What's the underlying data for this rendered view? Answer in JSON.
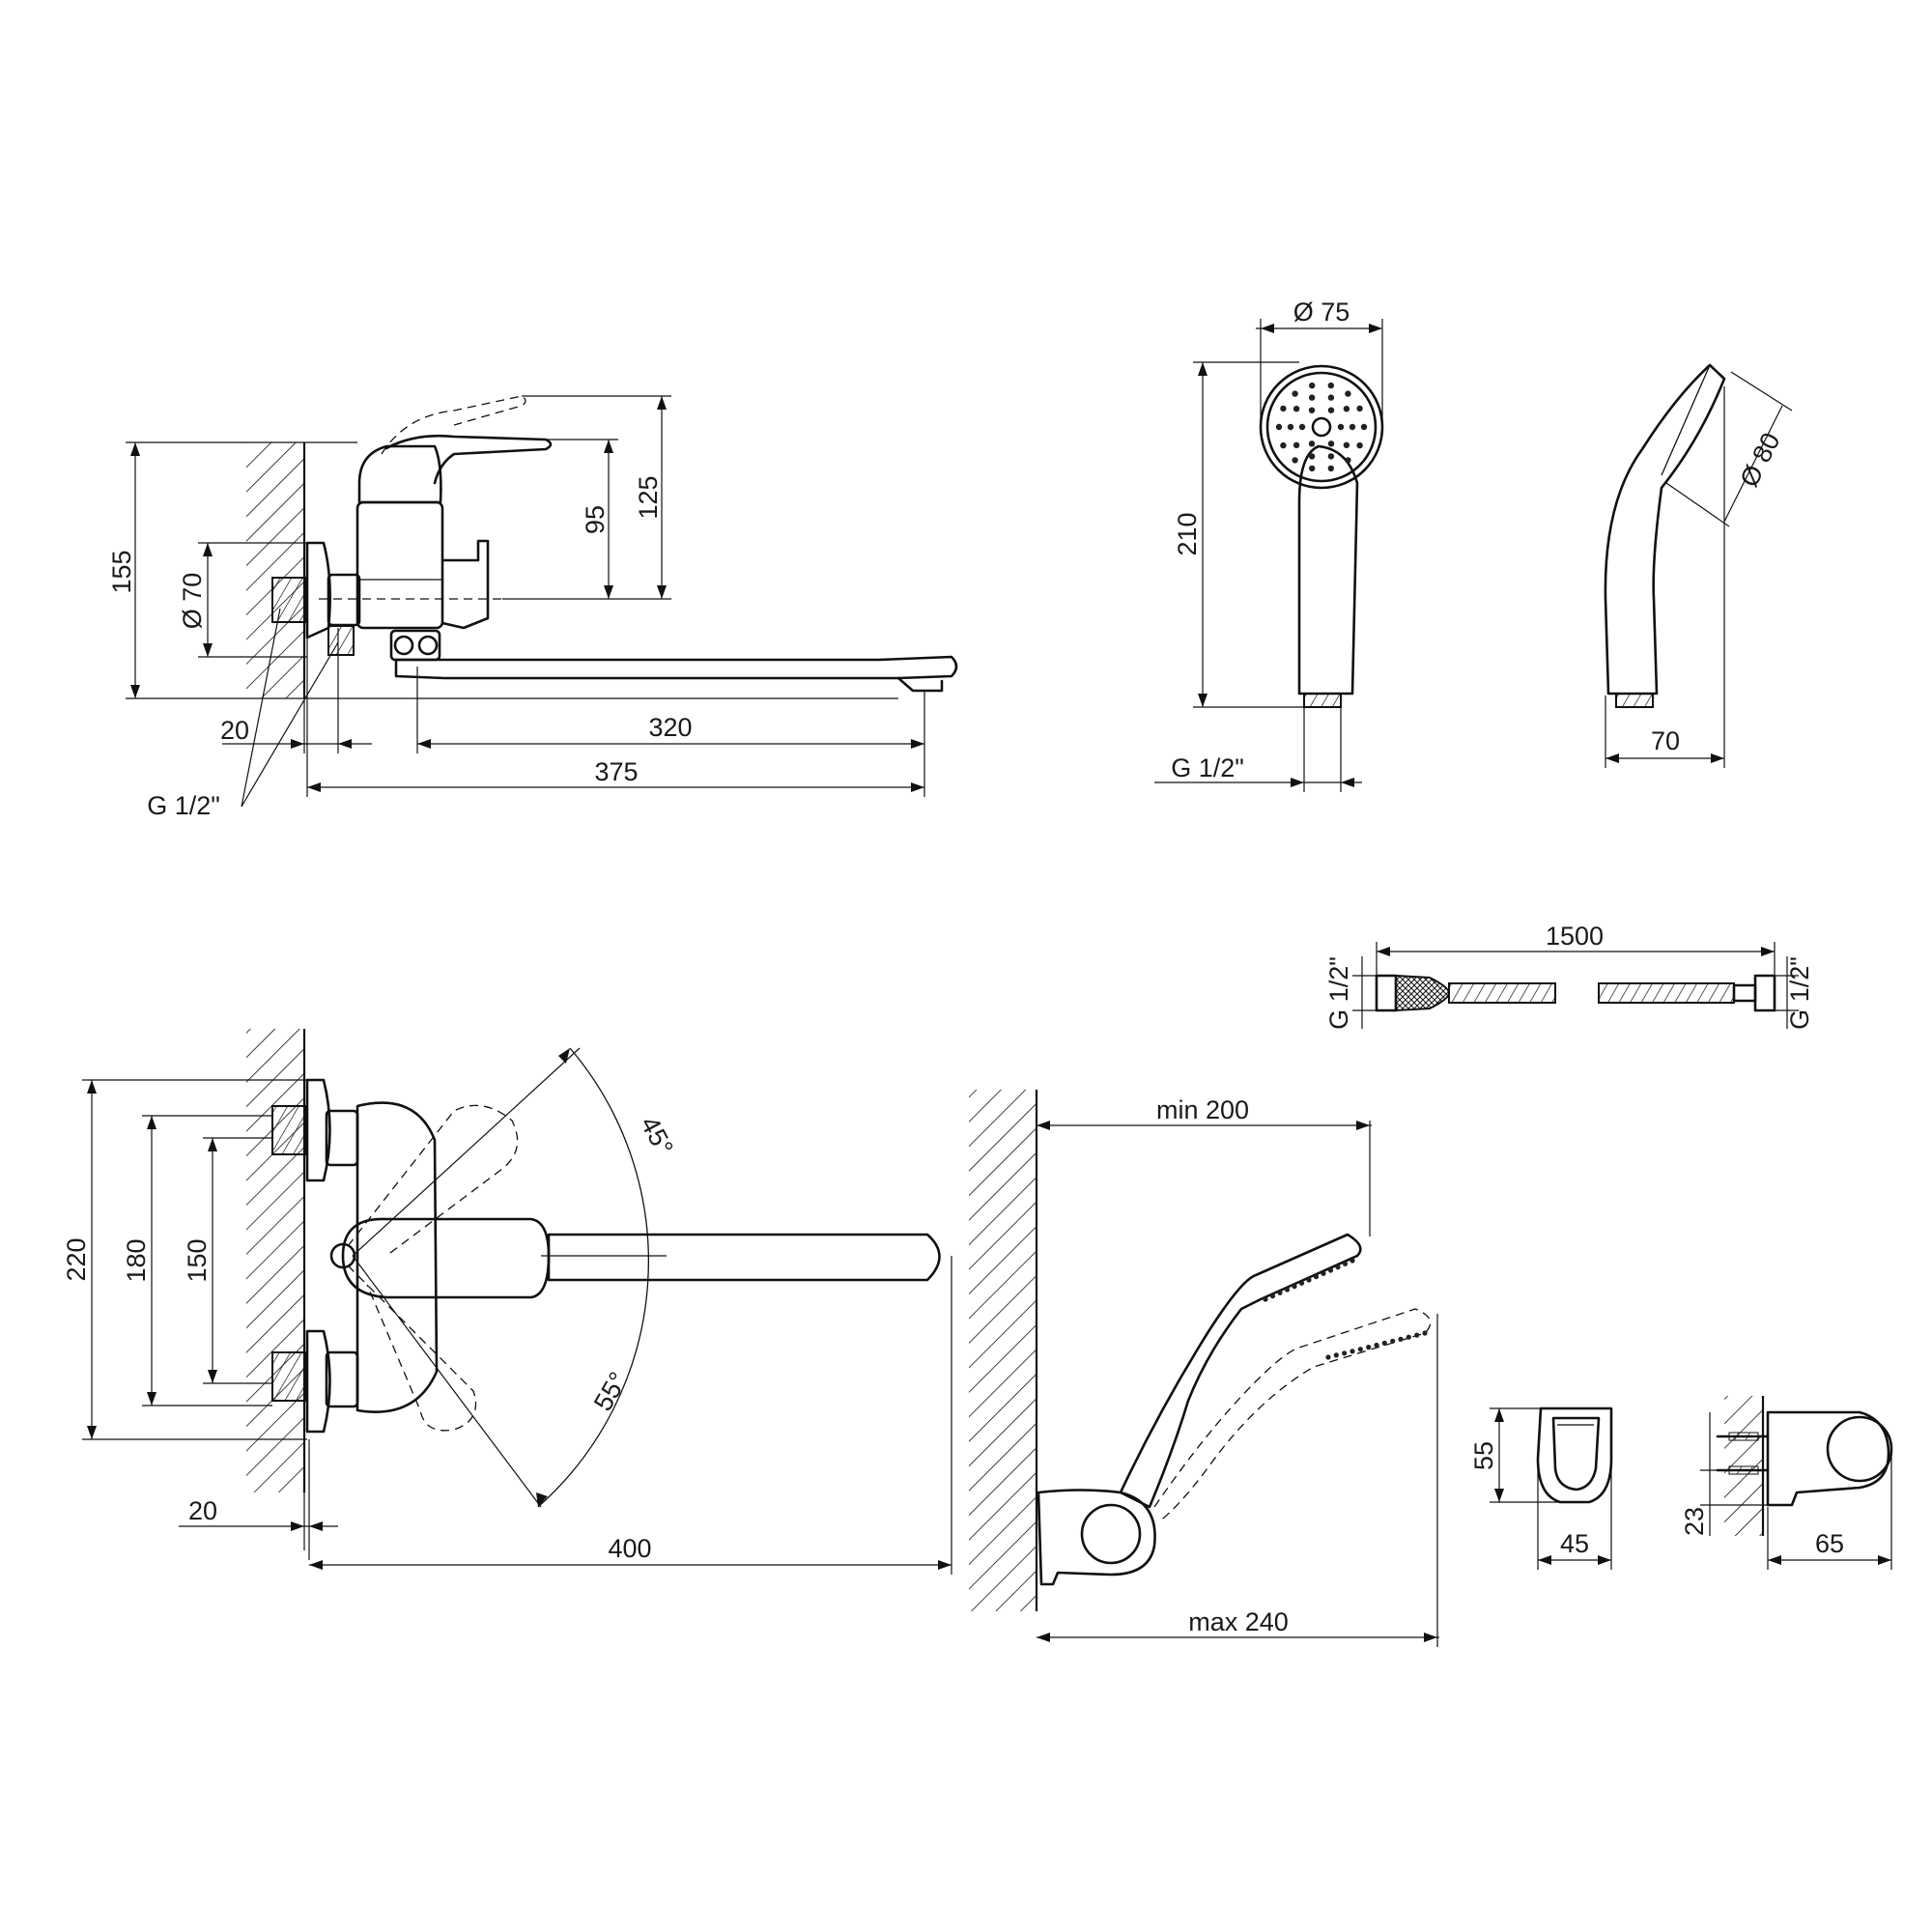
{
  "diagram": {
    "front_view": {
      "dims": {
        "height_155": "155",
        "flange_dia": "Ø 70",
        "lever_95": "95",
        "lever_125": "125",
        "offset_20": "20",
        "spout_320": "320",
        "total_375": "375",
        "thread": "G 1/2\""
      }
    },
    "hand_shower": {
      "dims": {
        "head_dia": "Ø 75",
        "length": "210",
        "thread": "G 1/2\"",
        "side_dia": "Ø 80",
        "depth": "70"
      }
    },
    "hose": {
      "length": "1500",
      "thread_left": "G 1/2\"",
      "thread_right": "G 1/2\""
    },
    "top_view": {
      "dims": {
        "h_220": "220",
        "h_180": "180",
        "h_150": "150",
        "offset_20": "20",
        "spout_400": "400",
        "angle_45": "45°",
        "angle_55": "55°"
      }
    },
    "holder_view": {
      "dims": {
        "min": "min 200",
        "max": "max 240"
      }
    },
    "bracket": {
      "dims": {
        "height_55": "55",
        "width_45": "45",
        "offset_23": "23",
        "depth_65": "65"
      }
    }
  }
}
